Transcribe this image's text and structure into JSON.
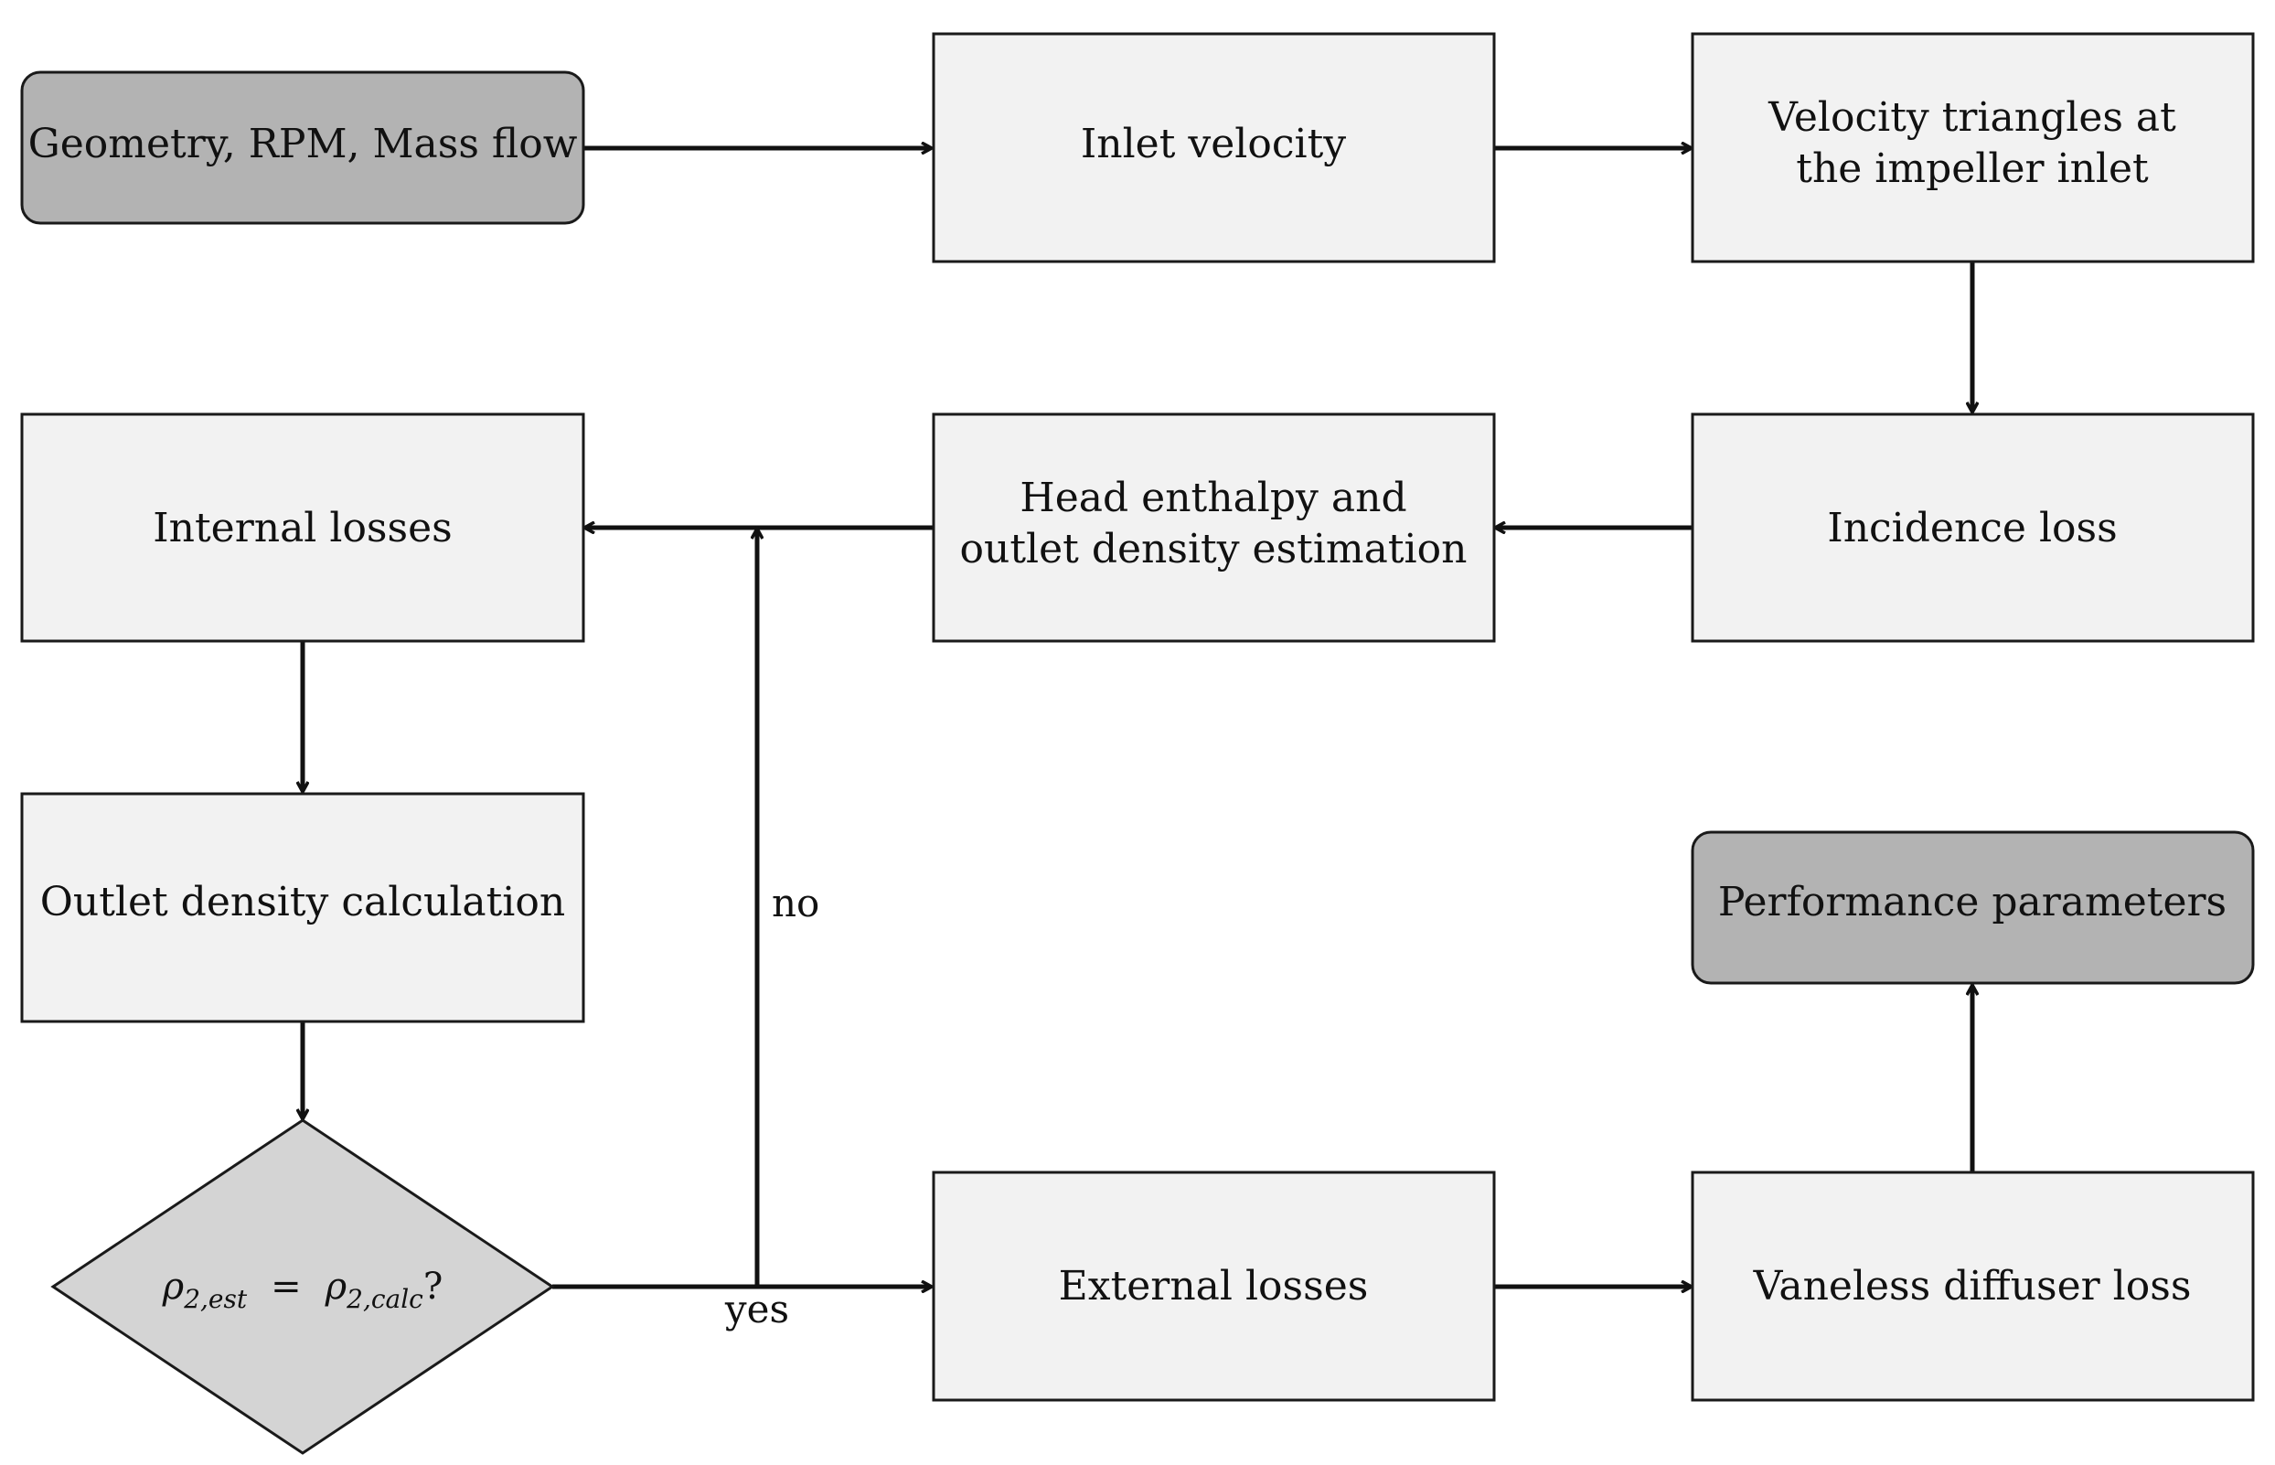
{
  "nodes": {
    "geometry": {
      "label": "Geometry, RPM, Mass flow"
    },
    "inlet_velocity": {
      "label": "Inlet velocity"
    },
    "velocity_triangles": {
      "line1": "Velocity triangles at",
      "line2": "the impeller inlet"
    },
    "incidence_loss": {
      "label": "Incidence loss"
    },
    "head_enthalpy": {
      "line1": "Head enthalpy and",
      "line2": "outlet density estimation"
    },
    "internal_losses": {
      "label": "Internal losses"
    },
    "outlet_density": {
      "label": "Outlet density calculation"
    },
    "decision": {
      "lhs": "ρ",
      "lhs_sub": "2,est",
      "op": "=",
      "rhs": "ρ",
      "rhs_sub": "2,calc",
      "q": "?"
    },
    "external_losses": {
      "label": "External losses"
    },
    "vaneless_diffuser": {
      "label": "Vaneless diffuser loss"
    },
    "performance": {
      "label": "Performance parameters"
    }
  },
  "edge_labels": {
    "no": "no",
    "yes": "yes"
  },
  "colors": {
    "process_fill": "#f2f2f2",
    "terminal_fill": "#b3b3b3",
    "decision_fill": "#d4d4d4",
    "stroke": "#111111"
  }
}
